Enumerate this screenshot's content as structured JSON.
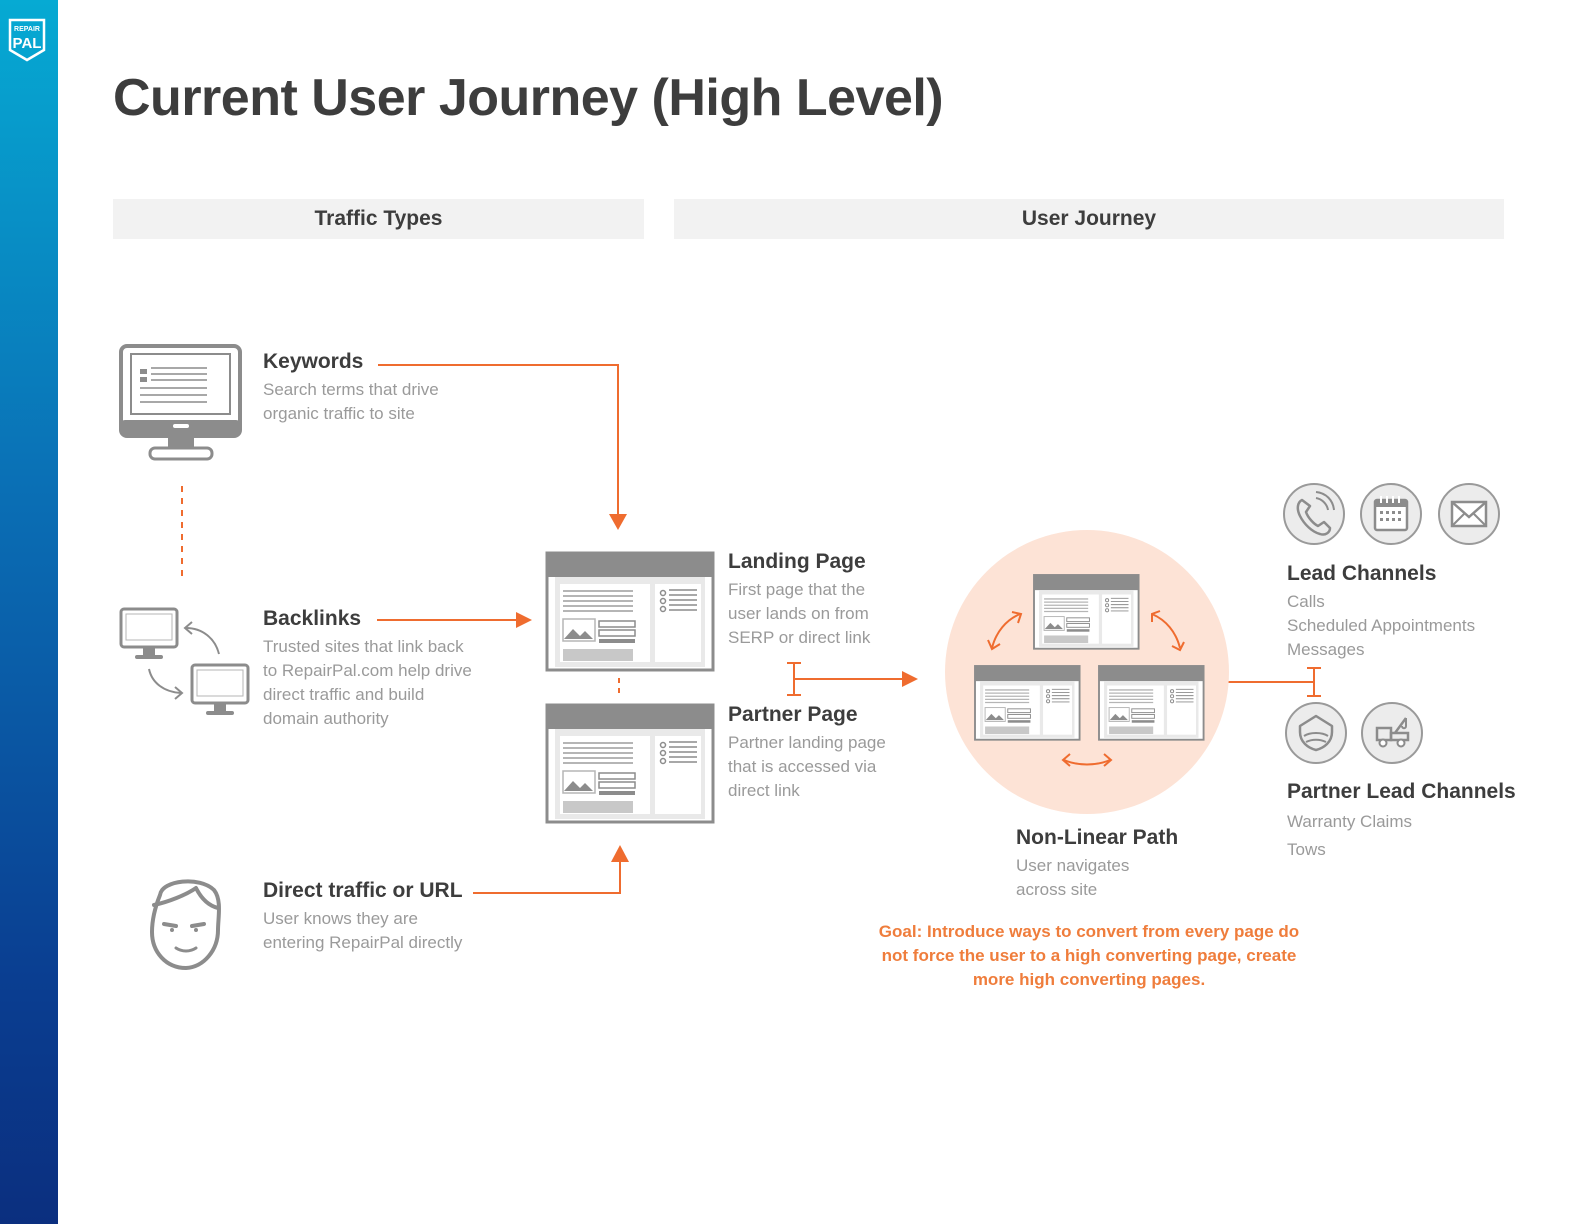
{
  "brand": {
    "logo_line1": "REPAIR",
    "logo_line2": "PAL"
  },
  "title": "Current User Journey (High Level)",
  "headers": {
    "traffic_types": "Traffic Types",
    "user_journey": "User Journey"
  },
  "traffic": {
    "keywords": {
      "title": "Keywords",
      "desc": [
        "Search terms that drive",
        "organic traffic to site"
      ]
    },
    "backlinks": {
      "title": "Backlinks",
      "desc": [
        "Trusted sites that link back",
        "to RepairPal.com help drive",
        "direct traffic and build",
        "domain authority"
      ]
    },
    "direct": {
      "title": "Direct traffic or URL",
      "desc": [
        "User knows they are",
        "entering RepairPal directly"
      ]
    }
  },
  "pages": {
    "landing": {
      "title": "Landing Page",
      "desc": [
        "First page that the",
        "user lands on from",
        "SERP or direct link"
      ]
    },
    "partner": {
      "title": "Partner Page",
      "desc": [
        "Partner landing page",
        "that is accessed via",
        "direct link"
      ]
    }
  },
  "nonlinear": {
    "title": "Non-Linear Path",
    "desc": [
      "User navigates",
      "across site"
    ]
  },
  "lead_channels": {
    "title": "Lead Channels",
    "items": [
      "Calls",
      "Scheduled Appointments",
      "Messages"
    ]
  },
  "partner_lead_channels": {
    "title": "Partner Lead Channels",
    "items": [
      "Warranty Claims",
      "Tows"
    ]
  },
  "goal": [
    "Goal: Introduce ways to convert from every page do",
    "not force the user to a high converting page, create",
    "more high converting pages."
  ],
  "icons": [
    "monitor-icon",
    "two-computers-icon",
    "person-icon",
    "webpage-icon",
    "phone-icon",
    "calendar-icon",
    "envelope-icon",
    "shield-icon",
    "tow-truck-icon"
  ],
  "colors": {
    "accent": "#ef6c2f",
    "goal_text": "#ef7d3c",
    "circle": "#fde3d6",
    "icon_gray": "#8c8c8c",
    "sidebar_top": "#06aad3",
    "sidebar_bottom": "#0b2f7f"
  }
}
